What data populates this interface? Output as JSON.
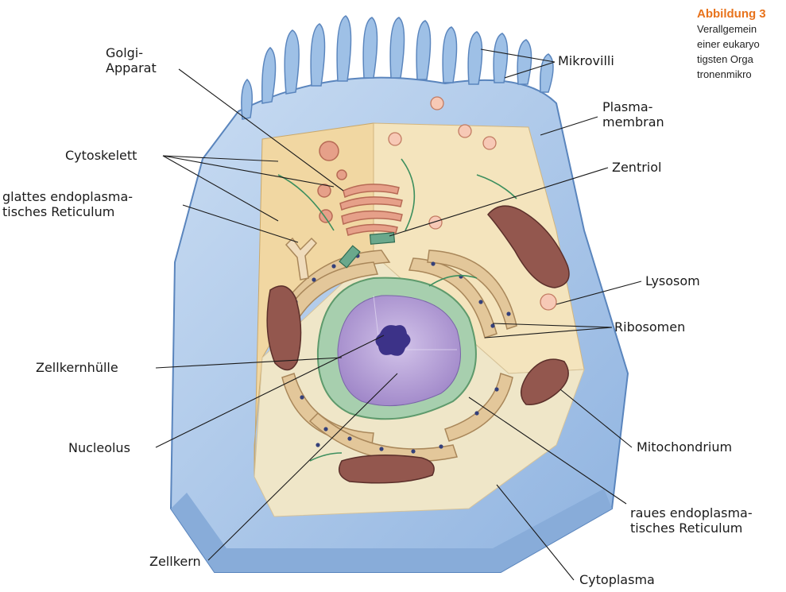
{
  "caption": {
    "title": "Abbildung 3",
    "lines": [
      "Verallgemein",
      "einer eukaryo",
      "tigsten Orga",
      "tronenmikro"
    ]
  },
  "labels": {
    "golgi": [
      "Golgi-",
      "Apparat"
    ],
    "cytoskelett": "Cytoskelett",
    "glattes_er": [
      "glattes endoplasma-",
      "tisches Reticulum"
    ],
    "zellkernhuelle": "Zellkernhülle",
    "nucleolus": "Nucleolus",
    "zellkern": "Zellkern",
    "mikrovilli": "Mikrovilli",
    "plasmamembran": [
      "Plasma-",
      "membran"
    ],
    "zentriol": "Zentriol",
    "lysosom": "Lysosom",
    "ribosomen": "Ribosomen",
    "mitochondrium": "Mitochondrium",
    "raues_er": [
      "raues endoplasma-",
      "tisches Reticulum"
    ],
    "cytoplasma": "Cytoplasma"
  },
  "colors": {
    "membrane": "#a9c6e8",
    "cytoplasm_left": "#f1d7a2",
    "cytoplasm_back": "#f4e4bd",
    "floor": "#efe6c8",
    "nucleus": "#b9a6d8",
    "envelope": "#a7cfae",
    "er": "#e3c79a",
    "ribosome": "#34407a",
    "mitochondrion": "#93574e",
    "golgi": "#e6a089",
    "label_text": "#1a1a1a",
    "caption_accent": "#e8731c"
  }
}
